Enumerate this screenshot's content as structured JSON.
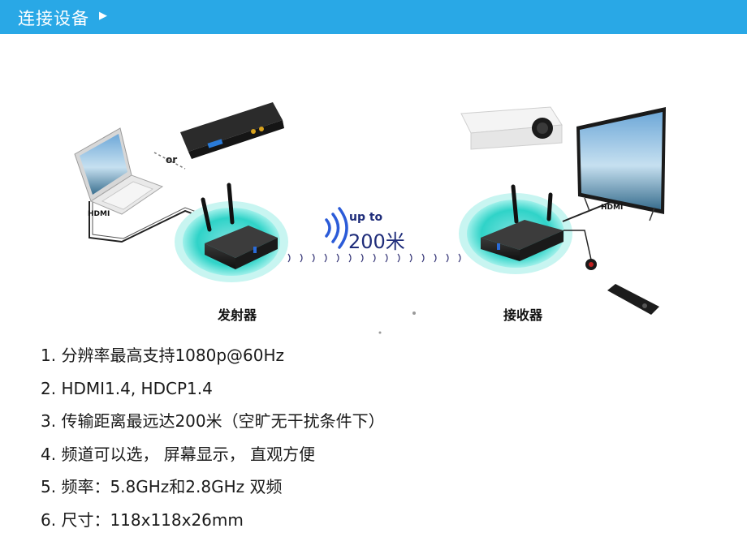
{
  "header": {
    "title": "连接设备",
    "arrow_icon": "play-triangle-icon",
    "color": "#29a8e6"
  },
  "diagram": {
    "or_label": "or",
    "hdmi_left": "HDMI",
    "hdmi_right": "HDMI",
    "upto_label": "up to",
    "distance_label": "200米",
    "transmitter_label": "发射器",
    "receiver_label": "接收器"
  },
  "specs": [
    "1. 分辨率最高支持1080p@60Hz",
    "2. HDMI1.4, HDCP1.4",
    "3. 传输距离最远达200米（空旷无干扰条件下）",
    "4. 频道可以选， 屏幕显示， 直观方便",
    "5. 频率：5.8GHz和2.8GHz 双频",
    "6. 尺寸：118x118x26mm"
  ]
}
